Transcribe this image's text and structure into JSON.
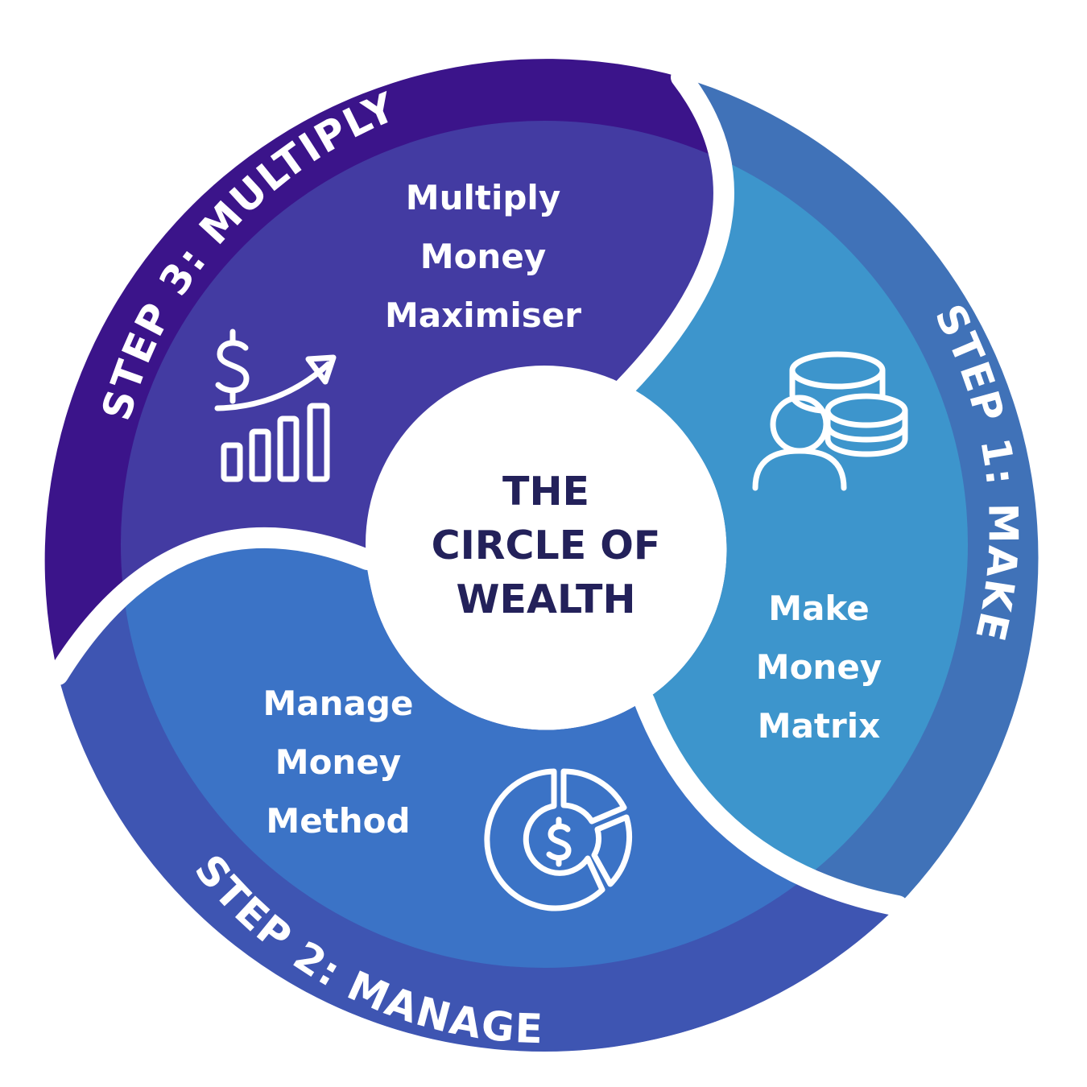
{
  "colors": {
    "multiply_outer": "#3b148a",
    "multiply_inner": "#433ba2",
    "make_outer": "#4072b8",
    "make_inner": "#3d95cc",
    "manage_outer": "#3e55b2",
    "manage_inner": "#3b73c6",
    "center_text": "#23215a"
  },
  "center": {
    "line1": "THE",
    "line2": "CIRCLE OF",
    "line3": "WEALTH"
  },
  "steps": {
    "make": {
      "title": "STEP 1: MAKE",
      "line1": "Make",
      "line2": "Money",
      "line3": "Matrix",
      "icon": "person-coins-icon"
    },
    "manage": {
      "title": "STEP 2: MANAGE",
      "line1": "Manage",
      "line2": "Money",
      "line3": "Method",
      "icon": "pie-chart-dollar-icon"
    },
    "multiply": {
      "title": "STEP 3: MULTIPLY",
      "line1": "Multiply",
      "line2": "Money",
      "line3": "Maximiser",
      "icon": "growth-chart-dollar-icon"
    }
  }
}
